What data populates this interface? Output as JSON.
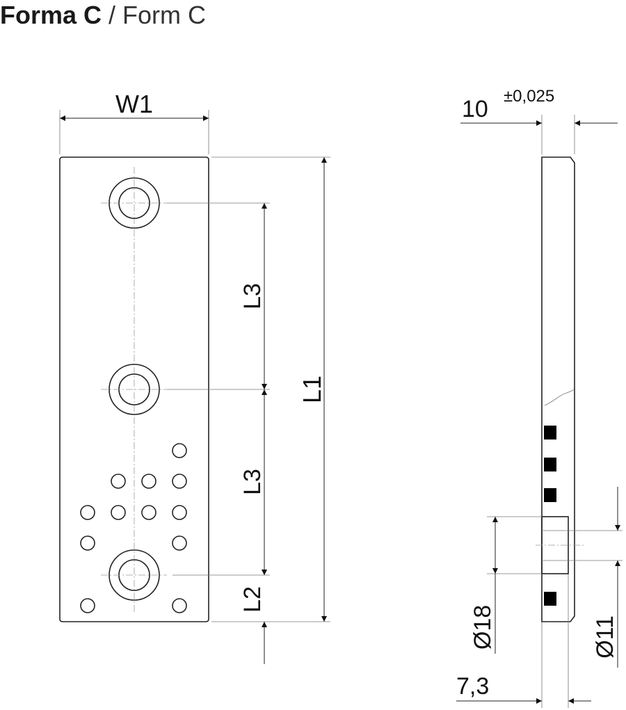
{
  "title": {
    "primary": "Forma C",
    "separator": " / ",
    "secondary": "Form C"
  },
  "dimensions": {
    "width_label": "W1",
    "length_total_label": "L1",
    "spacing_label": "L3",
    "edge_label": "L2",
    "thickness_value": "10",
    "thickness_tolerance": "±0,025",
    "outer_diameter": "Ø18",
    "inner_diameter": "Ø11",
    "offset_value": "7,3"
  }
}
